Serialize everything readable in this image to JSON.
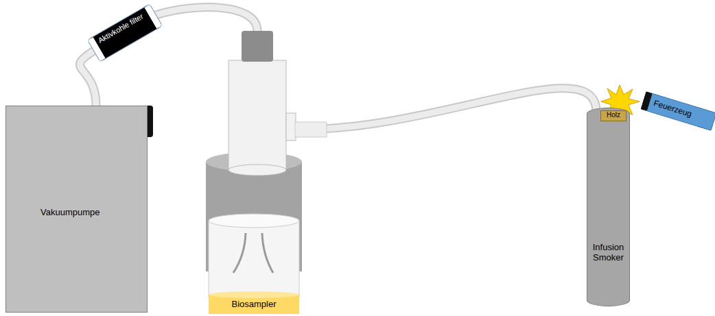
{
  "diagram": {
    "nodes": [
      {
        "text": [
          "Vakuumpumpe"
        ]
      },
      {
        "text": [
          "Aktivkohle filter"
        ]
      },
      {
        "text": [
          "Biosampler"
        ]
      },
      {
        "text": [
          "Infusion Smoker"
        ]
      },
      {
        "text": [
          "Holz"
        ],
        "in": 3
      },
      {
        "text": [
          "Feuerzeug"
        ]
      }
    ],
    "edges": [
      {
        "from": 0,
        "to": 1,
        "arrow": "none"
      },
      {
        "from": 1,
        "to": 2,
        "arrow": "none"
      },
      {
        "from": 2,
        "to": 3,
        "arrow": "none"
      }
    ]
  }
}
